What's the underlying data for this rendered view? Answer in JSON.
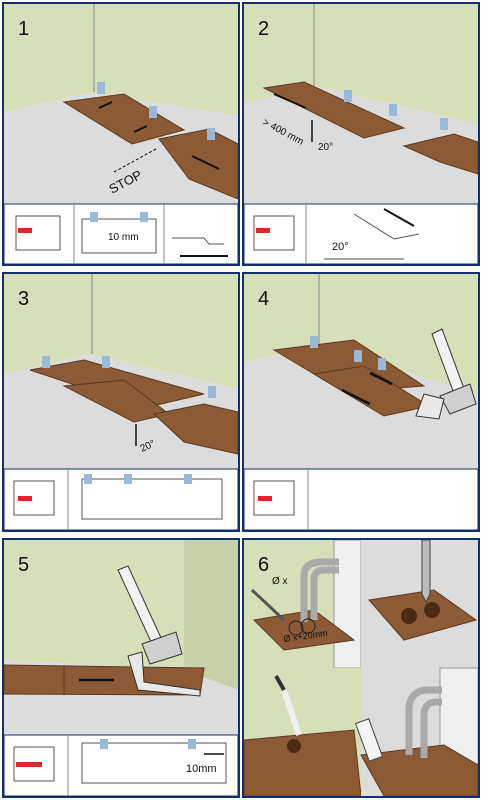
{
  "panels": [
    {
      "number": "1",
      "labels": {
        "stop": "STOP",
        "gap": "10 mm"
      }
    },
    {
      "number": "2",
      "labels": {
        "distance": "> 400 mm",
        "angle_top": "20°",
        "angle_bottom": "20°"
      }
    },
    {
      "number": "3",
      "labels": {
        "angle": "20°"
      }
    },
    {
      "number": "4",
      "labels": {}
    },
    {
      "number": "5",
      "labels": {
        "gap": "10mm"
      }
    },
    {
      "number": "6",
      "labels": {
        "pipe": "Ø x",
        "hole": "Ø x+20mm"
      }
    }
  ],
  "colors": {
    "wall": "#d6dfb7",
    "floor": "#dcdcdc",
    "board": "#8c5a34",
    "board_edge": "#5b3a20",
    "spacer": "#9ab8d8",
    "border": "#14306a",
    "red_marker": "#d42a2a"
  }
}
